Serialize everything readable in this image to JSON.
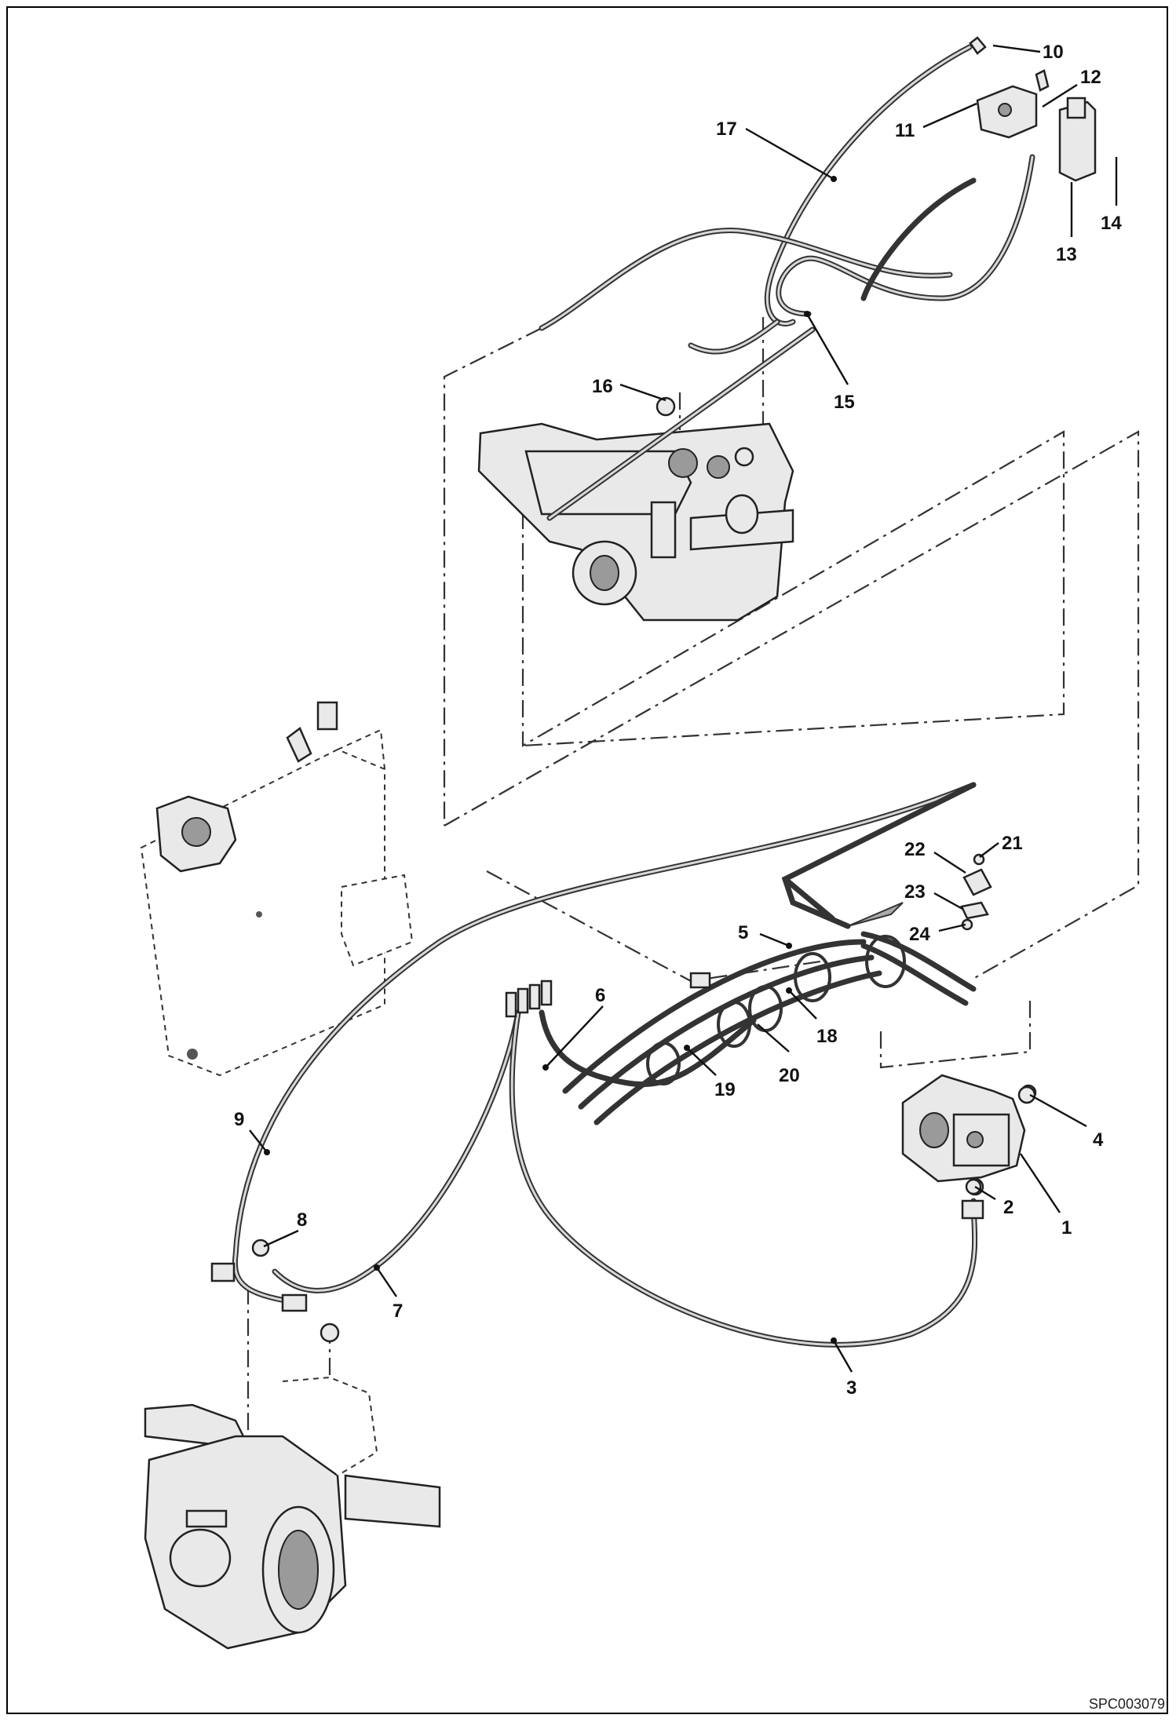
{
  "drawing_code": "SPC003079",
  "callouts": [
    "1",
    "2",
    "3",
    "4",
    "5",
    "6",
    "7",
    "8",
    "9",
    "10",
    "11",
    "12",
    "13",
    "14",
    "15",
    "16",
    "17",
    "18",
    "19",
    "20",
    "21",
    "22",
    "23",
    "24"
  ]
}
